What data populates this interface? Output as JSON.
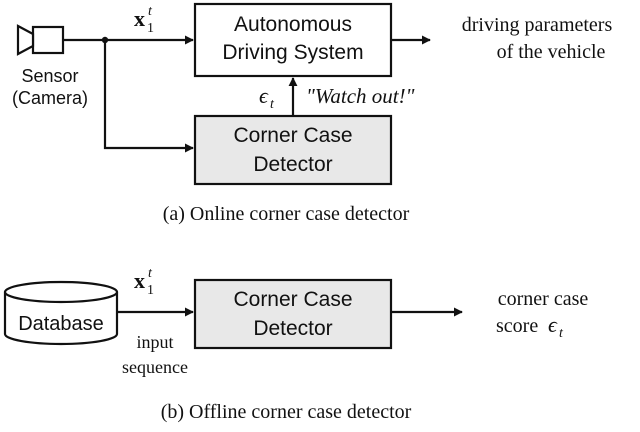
{
  "colors": {
    "stroke": "#111111",
    "box_fill": "#ffffff",
    "detector_fill": "#e8e8e8"
  },
  "online": {
    "sensor_label_line1": "Sensor",
    "sensor_label_line2": "(Camera)",
    "input_symbol_base": "x",
    "input_symbol_sub": "1",
    "input_symbol_sup": "t",
    "ads_line1": "Autonomous",
    "ads_line2": "Driving System",
    "output_line1": "driving parameters",
    "output_line2": "of the vehicle",
    "detector_line1": "Corner Case",
    "detector_line2": "Detector",
    "epsilon_base": "ϵ",
    "epsilon_sub": "t",
    "warning": "\"Watch out!\"",
    "caption": "(a) Online corner case detector"
  },
  "offline": {
    "database_label": "Database",
    "input_symbol_base": "x",
    "input_symbol_sub": "1",
    "input_symbol_sup": "t",
    "input_label_line1": "input",
    "input_label_line2": "sequence",
    "detector_line1": "Corner Case",
    "detector_line2": "Detector",
    "output_line1": "corner case",
    "output_line2_prefix": "score ",
    "epsilon_base": "ϵ",
    "epsilon_sub": "t",
    "caption": "(b) Offline corner case detector"
  }
}
